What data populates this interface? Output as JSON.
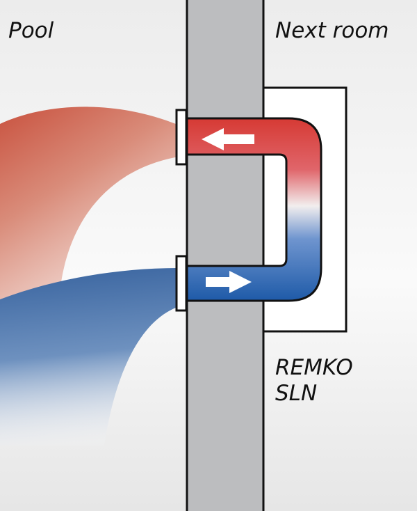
{
  "labels": {
    "pool": "Pool",
    "next_room": "Next room",
    "device_line1": "REMKO",
    "device_line2": "SLN"
  },
  "colors": {
    "warm_air": "#cf5a46",
    "cool_air": "#3f6da6",
    "wall": "#bcbdbf",
    "outline": "#111111"
  }
}
